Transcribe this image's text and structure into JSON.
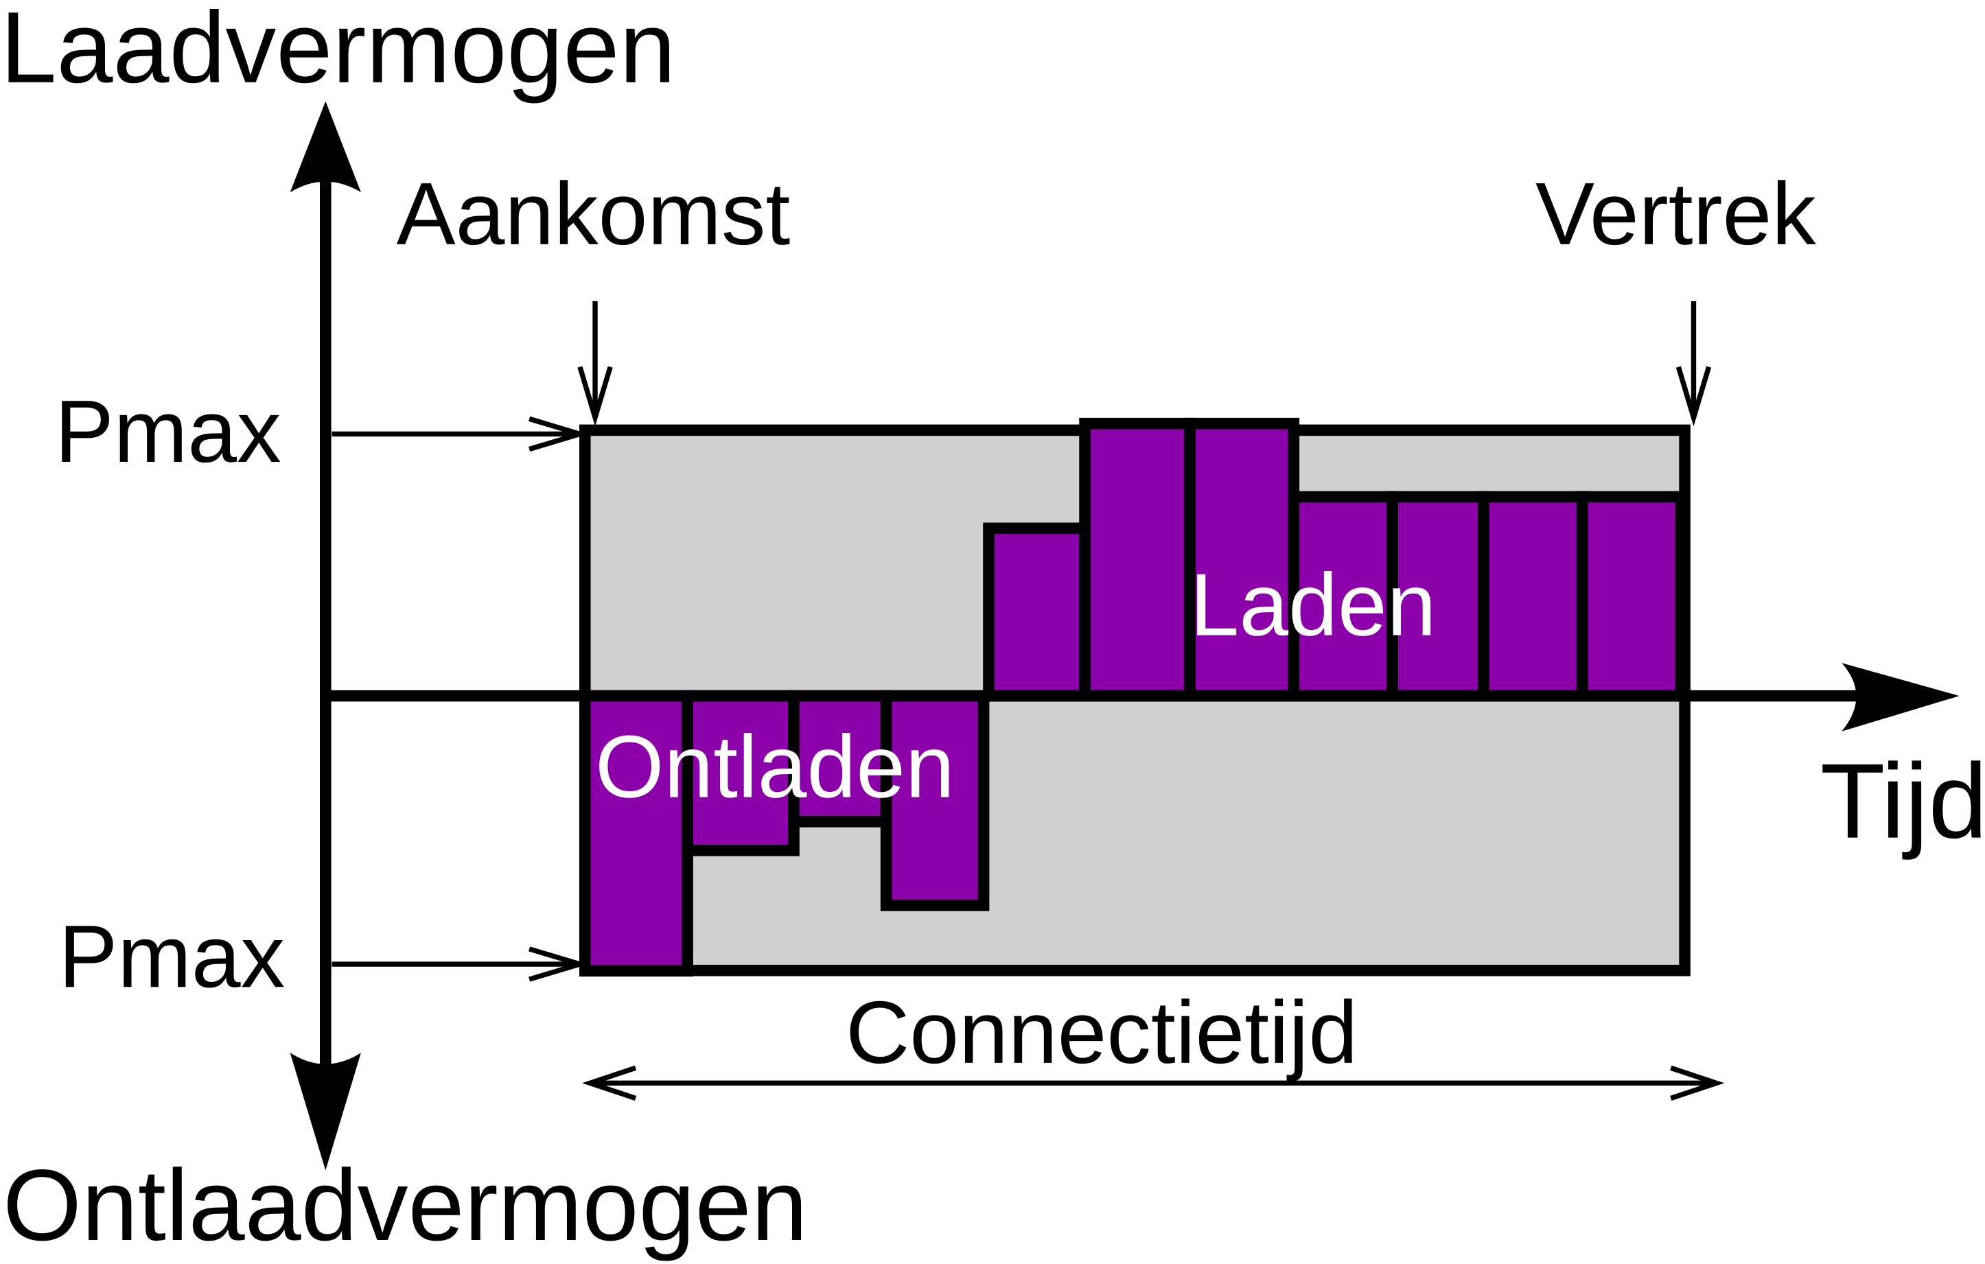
{
  "labels": {
    "y_positive": "Laadvermogen",
    "y_negative": "Ontlaadvermogen",
    "x_axis": "Tijd",
    "arrival": "Aankomst",
    "departure": "Vertrek",
    "pmax_top": "Pmax",
    "pmax_bottom": "Pmax",
    "charging": "Laden",
    "discharging": "Ontladen",
    "connection_time": "Connectietijd"
  },
  "colors": {
    "bar": "#8b00a8",
    "window": "#d0d0d0",
    "stroke": "#000000"
  },
  "power_profile": {
    "unit": "fraction of Pmax",
    "segments": [
      -1.05,
      -0.59,
      -0.48,
      -0.8,
      0.64,
      1.04,
      1.04,
      0.76,
      0.76,
      0.76,
      0.76
    ]
  }
}
